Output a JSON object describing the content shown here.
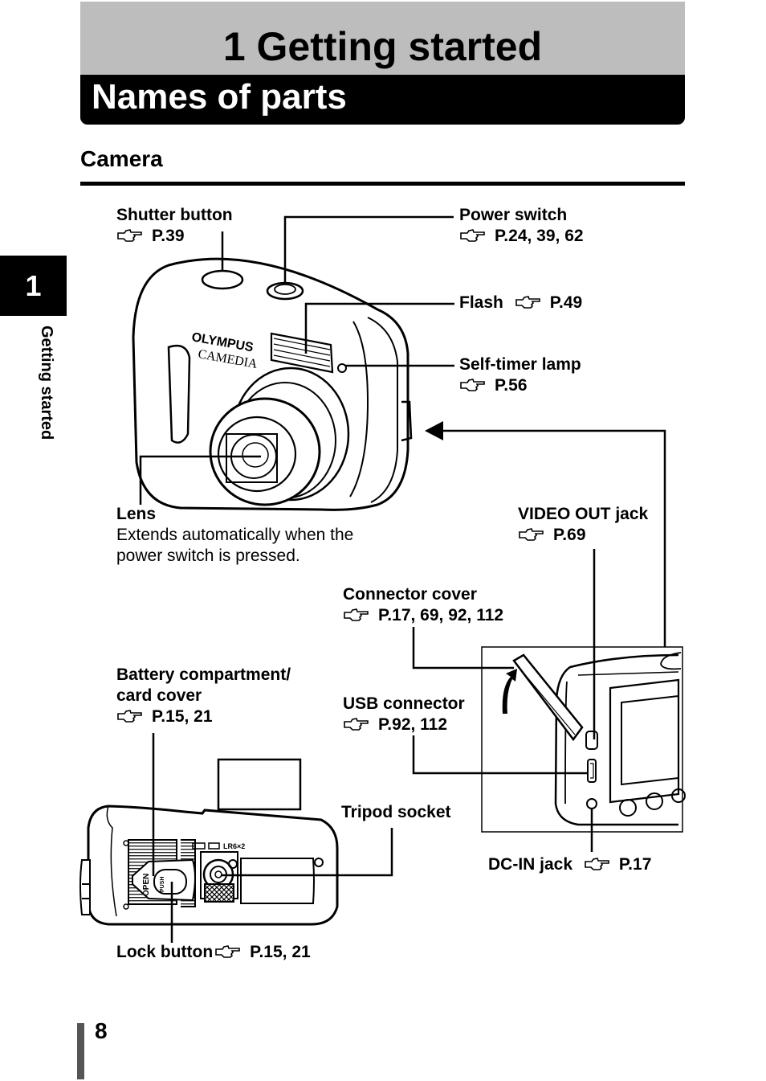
{
  "header": {
    "chapter_title": "1 Getting started",
    "section_title": "Names of parts"
  },
  "subsection": {
    "title": "Camera"
  },
  "side_tab": {
    "number": "1",
    "label": "Getting started"
  },
  "labels": {
    "shutter_button": {
      "name": "Shutter button",
      "ref": "P.39"
    },
    "power_switch": {
      "name": "Power switch",
      "ref": "P.24, 39, 62"
    },
    "flash": {
      "name": "Flash",
      "ref": "P.49"
    },
    "self_timer": {
      "name": "Self-timer lamp",
      "ref": "P.56"
    },
    "lens": {
      "name": "Lens",
      "desc_line1": "Extends automatically when the",
      "desc_line2": "power switch is pressed."
    },
    "video_out": {
      "name": "VIDEO OUT jack",
      "ref": "P.69"
    },
    "connector_cover": {
      "name": "Connector cover",
      "ref": "P.17, 69, 92, 112"
    },
    "usb": {
      "name": "USB connector",
      "ref": "P.92, 112"
    },
    "battery": {
      "name_line1": "Battery compartment/",
      "name_line2": "card cover",
      "ref": "P.15, 21"
    },
    "tripod": {
      "name": "Tripod socket"
    },
    "dc_in": {
      "name": "DC-IN jack",
      "ref": "P.17"
    },
    "lock": {
      "name": "Lock button",
      "ref": "P.15, 21"
    }
  },
  "camera_text": {
    "brand": "OLYMPUS",
    "model": "CAMEDIA",
    "open": "OPEN",
    "push": "PUSH",
    "battery_mark": "LR6×2"
  },
  "footer": {
    "page_number": "8"
  }
}
